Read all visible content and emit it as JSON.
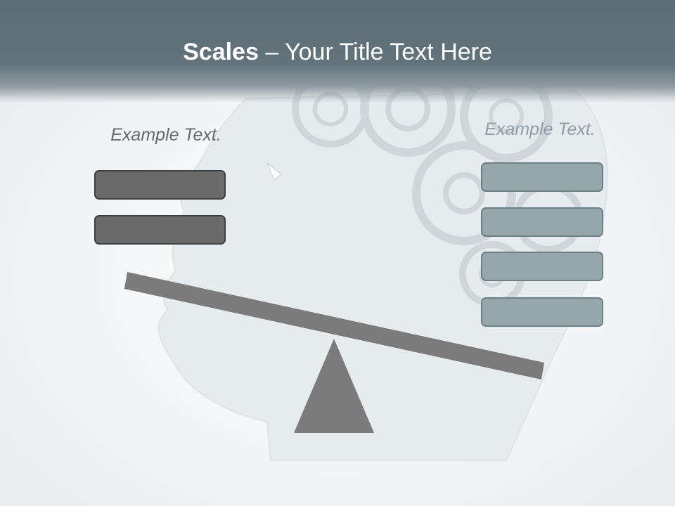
{
  "header": {
    "title_bold": "Scales",
    "title_rest": " – Your Title Text Here"
  },
  "left": {
    "label": "Example Text.",
    "boxes": [
      "",
      ""
    ]
  },
  "right": {
    "label": "Example Text.",
    "boxes": [
      "",
      "",
      "",
      ""
    ]
  },
  "colors": {
    "header": "#62727b",
    "beam": "#7b7b7b",
    "left_box": "#6a6a6a",
    "right_box": "#95a6ad",
    "background": "#eef1f3"
  },
  "icons": [
    "head-silhouette-icon",
    "gear-icon"
  ]
}
